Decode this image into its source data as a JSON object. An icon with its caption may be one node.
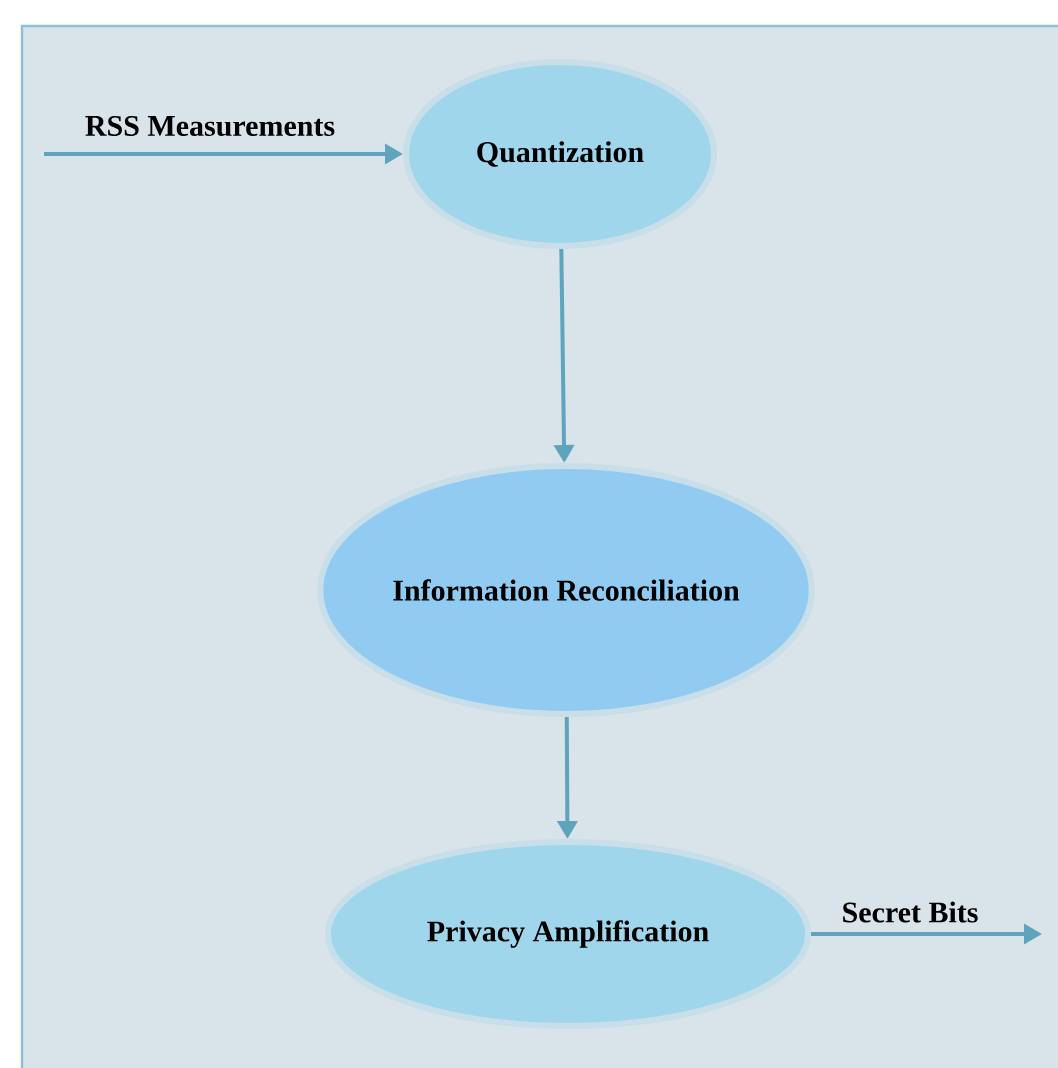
{
  "diagram": {
    "nodes": [
      {
        "text": [
          "Quantization"
        ]
      },
      {
        "text": [
          "Information Reconciliation"
        ]
      },
      {
        "text": [
          "Privacy Amplification"
        ]
      }
    ],
    "edges": [
      {
        "from": null,
        "to": 0,
        "arrow": "to",
        "label": "RSS Measurements"
      },
      {
        "from": 0,
        "to": 1,
        "arrow": "to"
      },
      {
        "from": 1,
        "to": 2,
        "arrow": "to"
      },
      {
        "from": 2,
        "to": null,
        "arrow": "to",
        "label": "Secret Bits"
      }
    ]
  }
}
